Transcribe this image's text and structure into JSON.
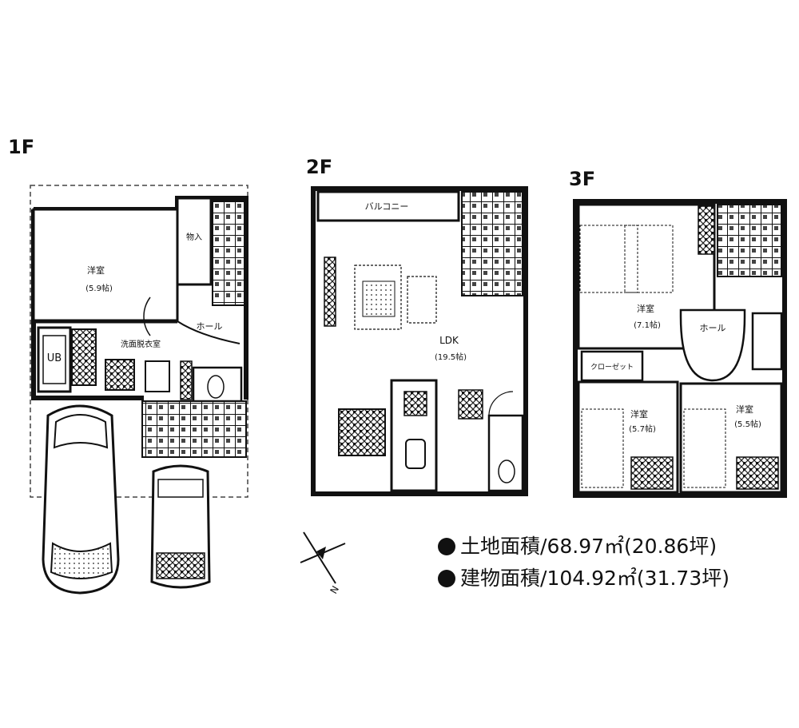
{
  "floors": {
    "f1": {
      "label": "1F",
      "rooms": {
        "washitsu": "洋室",
        "washitsu_size": "(5.9帖)",
        "storage": "物入",
        "hall": "ホール",
        "bath": "UB",
        "washroom": "洗面脱衣室"
      }
    },
    "f2": {
      "label": "2F",
      "rooms": {
        "balcony": "バルコニー",
        "ldk": "LDK",
        "ldk_size": "(19.5帖)"
      }
    },
    "f3": {
      "label": "3F",
      "rooms": {
        "room1": "洋室",
        "room1_size": "(7.1帖)",
        "hall": "ホール",
        "closet": "クローゼット",
        "room2": "洋室",
        "room2_size": "(5.7帖)",
        "room3": "洋室",
        "room3_size": "(5.5帖)"
      }
    }
  },
  "compass": {
    "direction": "N"
  },
  "areas": {
    "land_label": "土地面積/",
    "land_value": " 68.97㎡(20.86坪)",
    "building_label": "建物面積/",
    "building_value": "104.92㎡(31.73坪)"
  }
}
